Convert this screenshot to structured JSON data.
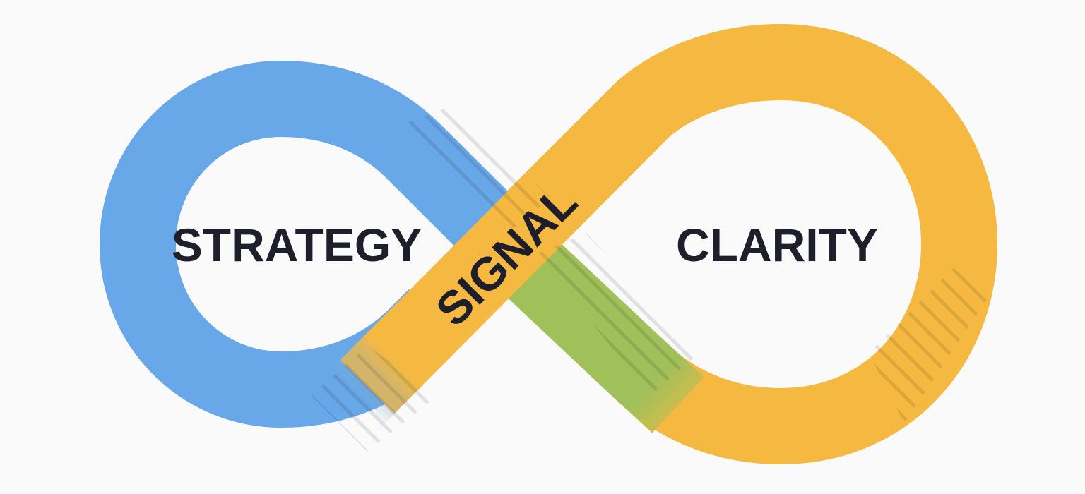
{
  "diagram": {
    "type": "infinity-loop",
    "labels": {
      "left": "STRATEGY",
      "right": "CLARITY",
      "center": "SIGNAL"
    },
    "colors": {
      "background": "#fafafa",
      "left_loop": "#68a7e8",
      "right_loop": "#f5b942",
      "crossing_band": "#a0c05a",
      "text": "#1e1f2b"
    }
  }
}
